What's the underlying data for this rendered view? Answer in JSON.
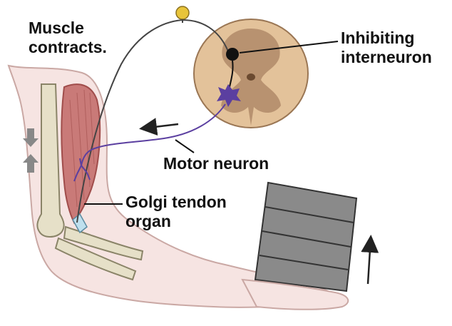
{
  "labels": {
    "muscle_line1": "Muscle",
    "muscle_line2": "contracts.",
    "inhibiting_line1": "Inhibiting",
    "inhibiting_line2": "interneuron",
    "motor_neuron": "Motor neuron",
    "golgi_line1": "Golgi tendon",
    "golgi_line2": "organ"
  },
  "colors": {
    "skin": "#f6e4e2",
    "skin_outline": "#caa8a4",
    "bone": "#e6e0c8",
    "bone_outline": "#8a8468",
    "muscle": "#c97a78",
    "muscle_dark": "#a04d4b",
    "spinal_outer": "#e3c29a",
    "spinal_inner": "#b08a68",
    "motor_neuron": "#5b3fa0",
    "interneuron": "#111111",
    "sensory_ganglion": "#e8c43a",
    "weight_fill": "#8a8a8a",
    "weight_outline": "#333333"
  },
  "icons": [
    "up-arrow-icon",
    "down-arrow-icon",
    "direction-arrow-icon"
  ]
}
